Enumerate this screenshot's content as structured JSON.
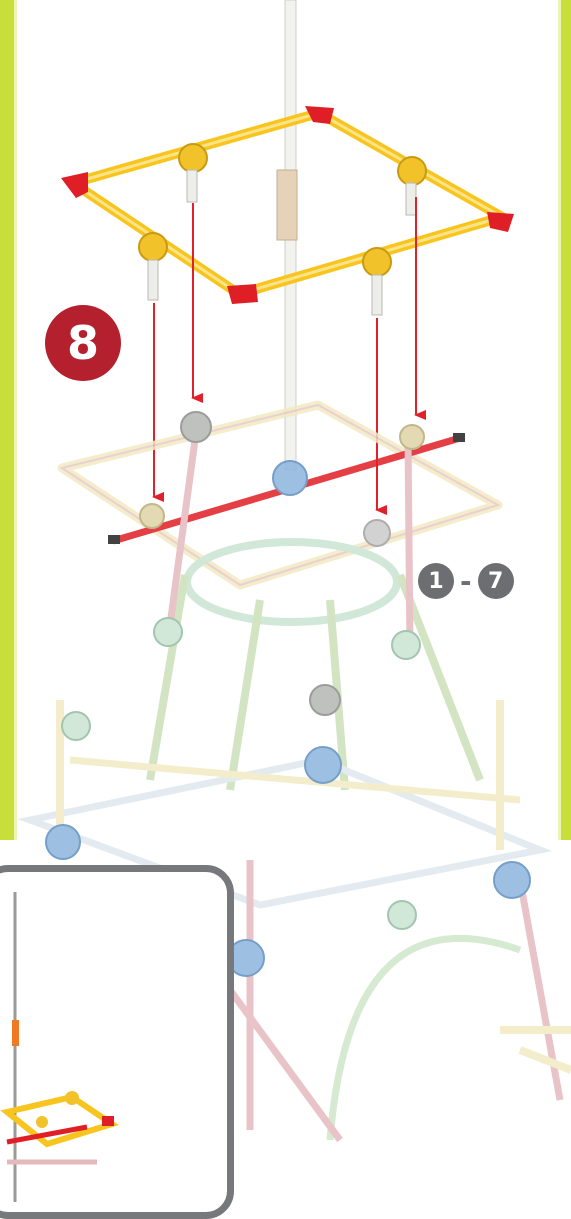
{
  "instruction": {
    "step_number": "8",
    "previous_steps": {
      "from": "1",
      "separator": "-",
      "to": "7"
    }
  },
  "colors": {
    "step_badge": "#b5202e",
    "range_badge": "#6d6e71",
    "page_edge": "#c6df3a",
    "arrow": "#e0202a",
    "yellow_rod": "#f7c51e",
    "red_connector": "#e01e25",
    "inset_border": "#77787b"
  },
  "icons": [
    "down-arrow-icon",
    "k-nex-connector-icon",
    "k-nex-rod-icon"
  ]
}
